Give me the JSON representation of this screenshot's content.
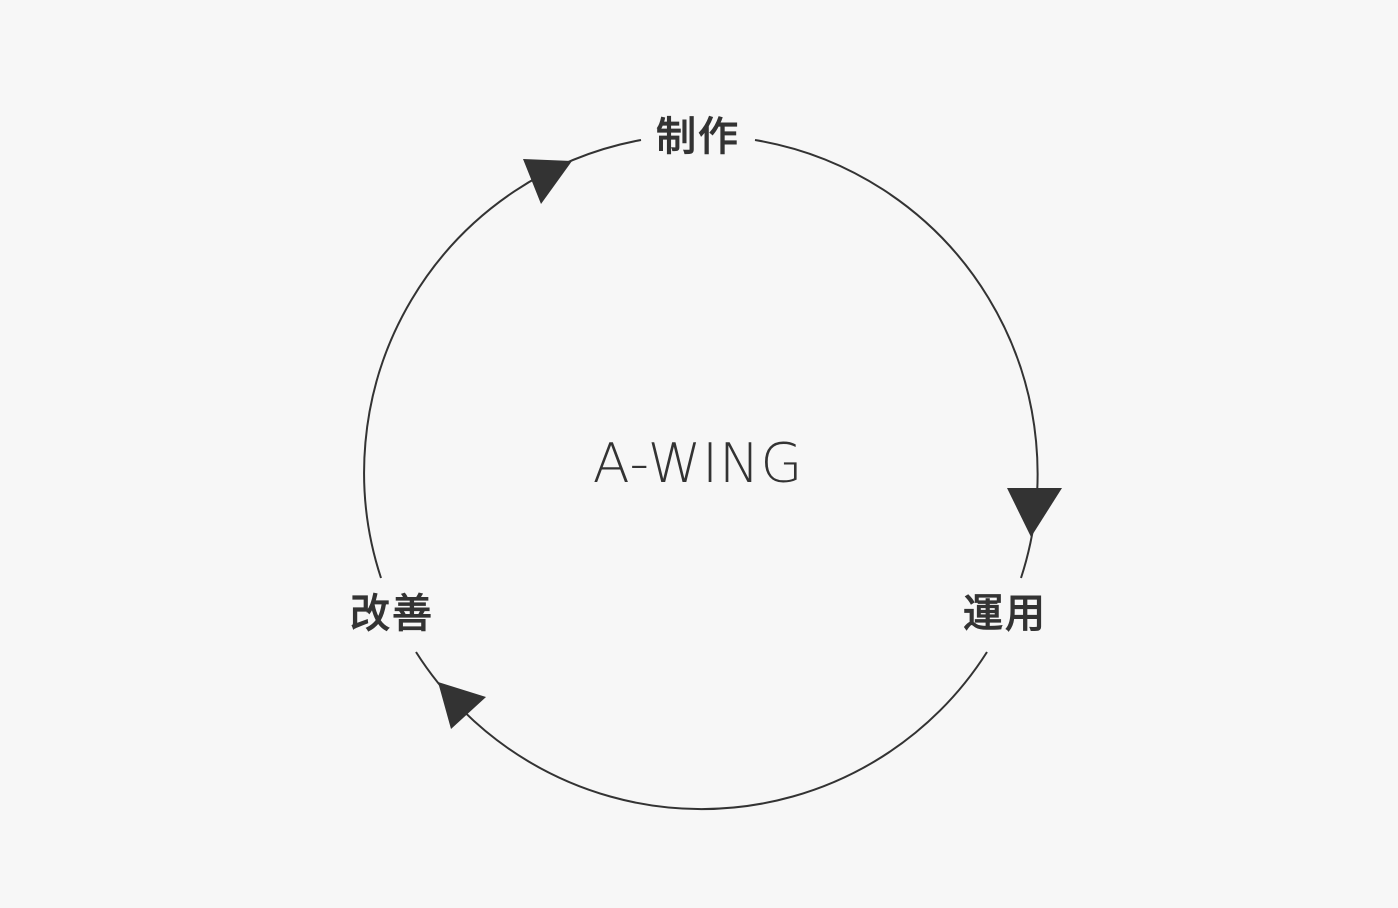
{
  "diagram": {
    "center_title": "A-WING",
    "nodes": [
      {
        "id": "production",
        "label": "制作"
      },
      {
        "id": "operation",
        "label": "運用"
      },
      {
        "id": "improvement",
        "label": "改善"
      }
    ],
    "edges": [
      {
        "from": "production",
        "to": "operation"
      },
      {
        "from": "operation",
        "to": "improvement"
      },
      {
        "from": "improvement",
        "to": "production"
      }
    ],
    "colors": {
      "background": "#f7f7f7",
      "stroke": "#333333",
      "text": "#333333"
    }
  }
}
